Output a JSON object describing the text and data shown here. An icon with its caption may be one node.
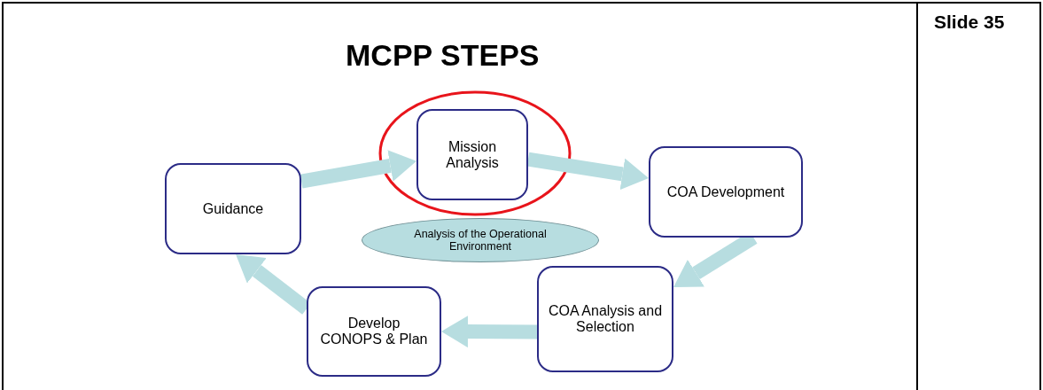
{
  "diagram": {
    "title": "MCPP STEPS",
    "nodes": [
      {
        "text": [
          "Guidance"
        ]
      },
      {
        "text": [
          "Mission Analysis"
        ]
      },
      {
        "text": [
          "COA Development"
        ]
      },
      {
        "text": [
          "COA Analysis and Selection"
        ]
      },
      {
        "text": [
          "Develop CONOPS & Plan"
        ]
      },
      {
        "text": [
          "Analysis of the Operational Environment"
        ]
      }
    ],
    "edges": [
      {
        "from": 0,
        "to": 1,
        "arrow": "to"
      },
      {
        "from": 1,
        "to": 2,
        "arrow": "to"
      },
      {
        "from": 2,
        "to": 3,
        "arrow": "to"
      },
      {
        "from": 3,
        "to": 4,
        "arrow": "to"
      },
      {
        "from": 4,
        "to": 0,
        "arrow": "to"
      }
    ],
    "labels": [
      "Slide 35"
    ]
  }
}
